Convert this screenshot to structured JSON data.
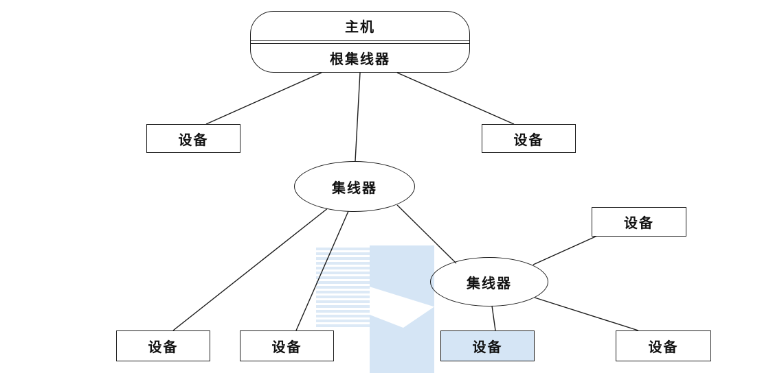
{
  "diagram": {
    "host": {
      "label": "主机"
    },
    "root_hub": {
      "label": "根集线器"
    },
    "hubs": [
      {
        "label": "集线器"
      },
      {
        "label": "集线器"
      }
    ],
    "devices": [
      {
        "label": "设备"
      },
      {
        "label": "设备"
      },
      {
        "label": "设备"
      },
      {
        "label": "设备"
      },
      {
        "label": "设备"
      },
      {
        "label": "设备"
      },
      {
        "label": "设备"
      }
    ],
    "colors": {
      "line": "#1c1c1c",
      "watermark_band": "#d5e5f5",
      "watermark_stripes": "#dce9f6"
    }
  }
}
